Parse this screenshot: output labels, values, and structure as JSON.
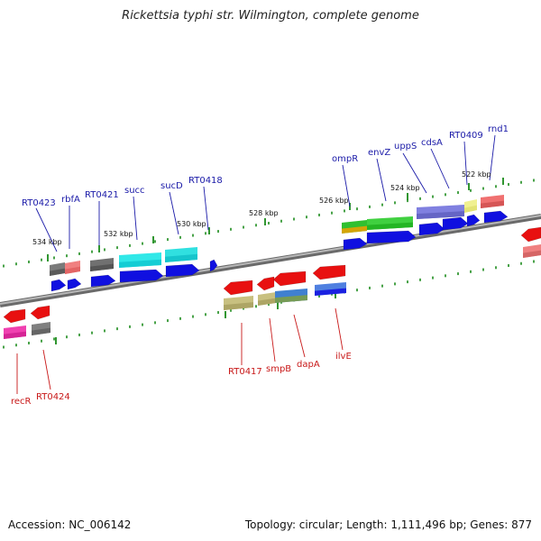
{
  "title": "Rickettsia typhi str. Wilmington, complete genome",
  "footer": {
    "accession": "Accession: NC_006142",
    "topology": "Topology: circular; Length: 1,111,496 bp; Genes: 877"
  },
  "map": {
    "scale_labels": [
      "534 kbp",
      "532 kbp",
      "530 kbp",
      "528 kbp",
      "526 kbp",
      "524 kbp",
      "522 kbp"
    ],
    "forward_genes": [
      "RT0423",
      "rbfA",
      "RT0421",
      "succ",
      "sucD",
      "RT0418",
      "ompR",
      "envZ",
      "uppS",
      "cdsA",
      "RT0409",
      "rnd1"
    ],
    "reverse_genes": [
      "recR",
      "RT0424",
      "RT0417",
      "smpB",
      "dapA",
      "ilvE"
    ],
    "colors": {
      "forward_label": "#1a1aa8",
      "reverse_label": "#c81818",
      "forward_arrow": "#1010e0",
      "reverse_arrow": "#e81010",
      "backbone": "#8a8a8a",
      "tick": "#1a8a1a"
    }
  }
}
